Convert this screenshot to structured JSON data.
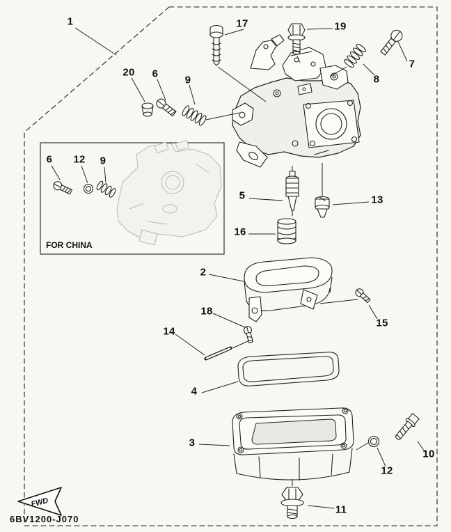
{
  "diagram": {
    "part_code": "6BV1200-J070",
    "inset_label": "FOR CHINA",
    "fwd_label": "FWD",
    "colors": {
      "paper": "#f7f7f4",
      "ink": "#1f1f1f"
    },
    "callouts": [
      {
        "label": "1"
      },
      {
        "label": "17"
      },
      {
        "label": "19"
      },
      {
        "label": "7"
      },
      {
        "label": "8"
      },
      {
        "label": "20"
      },
      {
        "label": "6"
      },
      {
        "label": "9"
      },
      {
        "label": "6"
      },
      {
        "label": "12"
      },
      {
        "label": "9"
      },
      {
        "label": "5"
      },
      {
        "label": "13"
      },
      {
        "label": "16"
      },
      {
        "label": "2"
      },
      {
        "label": "15"
      },
      {
        "label": "18"
      },
      {
        "label": "14"
      },
      {
        "label": "4"
      },
      {
        "label": "3"
      },
      {
        "label": "10"
      },
      {
        "label": "12"
      },
      {
        "label": "11"
      }
    ]
  }
}
